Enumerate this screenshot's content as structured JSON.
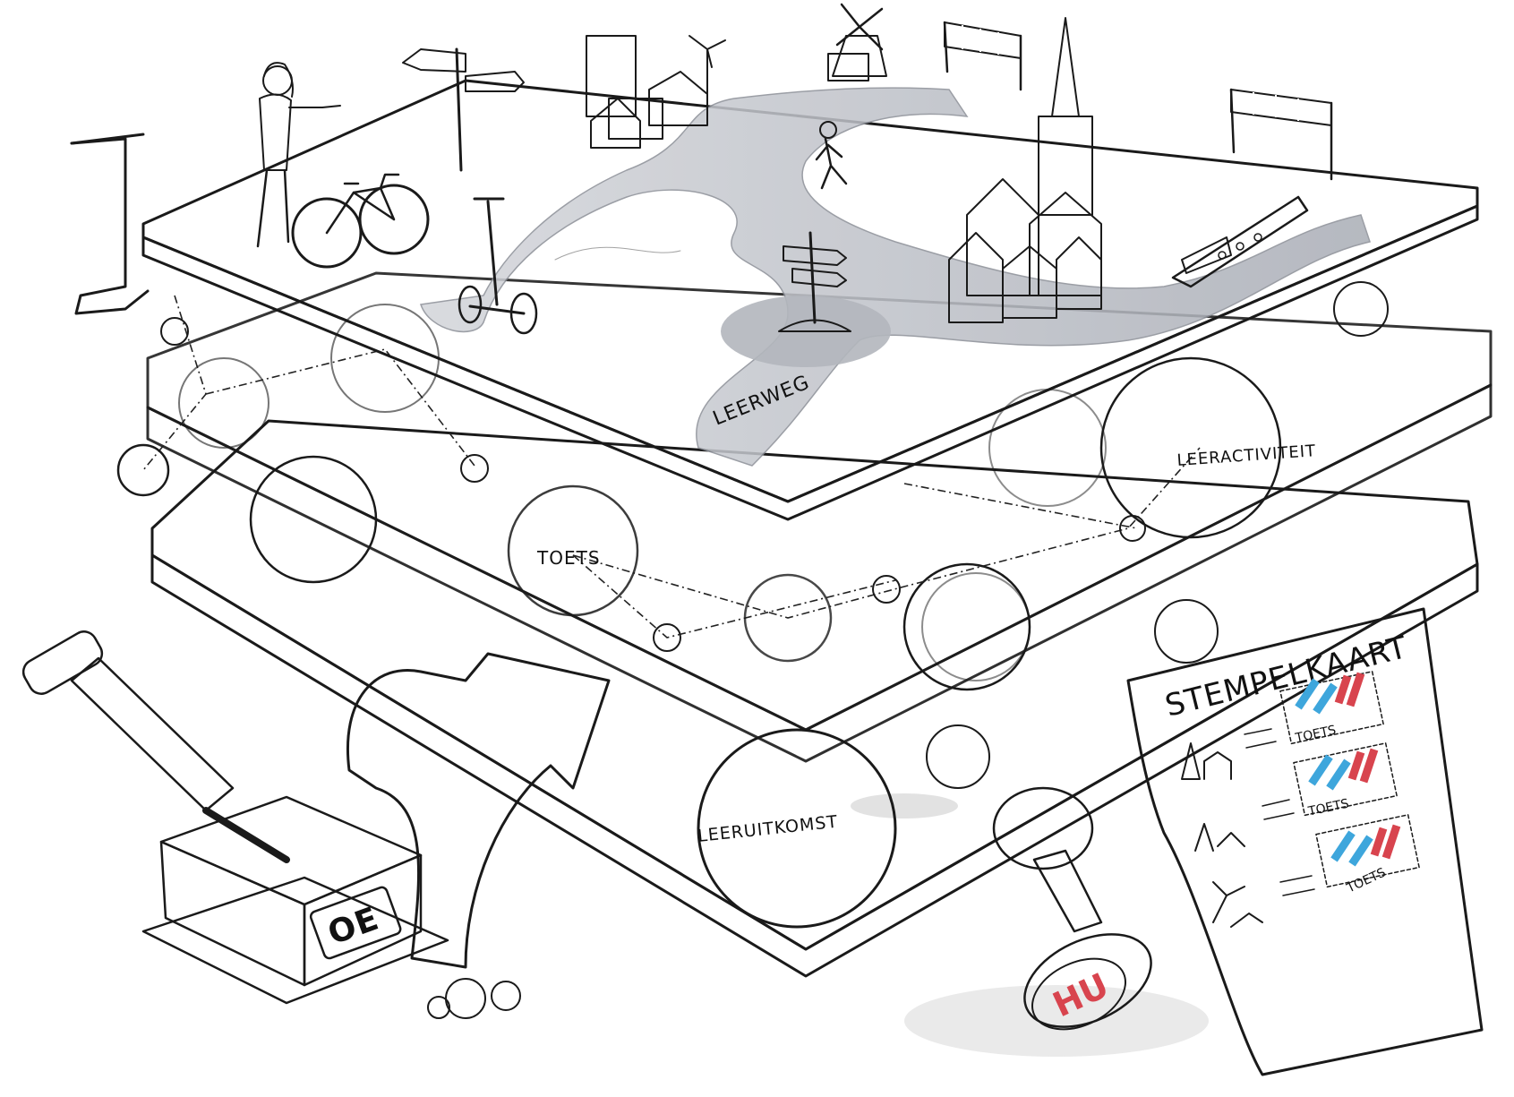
{
  "labels": {
    "leerweg": "LEERWEG",
    "toets": "TOETS",
    "leeractiviteit": "LEERACTIVITEIT",
    "leeruitkomst": "LEERUITKOMST",
    "stempelkaart": "STEMPELKAART",
    "oe": "OE",
    "card_toets_1": "TOETS",
    "card_toets_2": "TOETS",
    "card_toets_3": "TOETS",
    "stamp_logo": "HU"
  },
  "colors": {
    "outline": "#1a1a1a",
    "glass_layer": "#bfe0ee",
    "glass_edge": "#9ccbe0",
    "path_grey": "#b9bcc4",
    "sphere_shade": "#b8b8b8",
    "town_red": "#d9555a",
    "church_blue": "#4fa6d9",
    "mill_green": "#4b9a86",
    "flag_blue": "#3ea6dc",
    "flag_red": "#d8444e"
  }
}
